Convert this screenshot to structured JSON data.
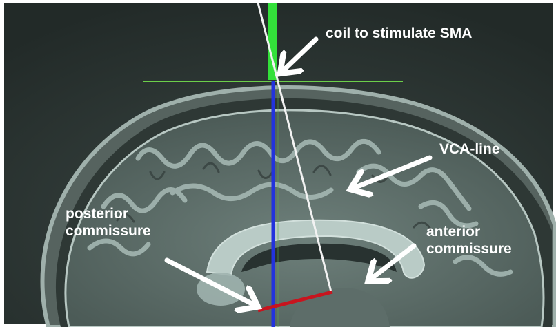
{
  "labels": {
    "coil": "coil to stimulate SMA",
    "vca_line": "VCA-line",
    "posterior_commissure": [
      "posterior",
      "commissure"
    ],
    "anterior_commissure": [
      "anterior",
      "commissure"
    ]
  },
  "colors": {
    "background": "#2f3a37",
    "brain_tissue": "#8fa39e",
    "coil_marker": "#33e03a",
    "horizontal_line": "#6ccf4a",
    "vca_line": "#2233dd",
    "pointer_line": "#f2f2f2",
    "ac_pc_line": "#c8141e",
    "arrow": "#ffffff"
  }
}
